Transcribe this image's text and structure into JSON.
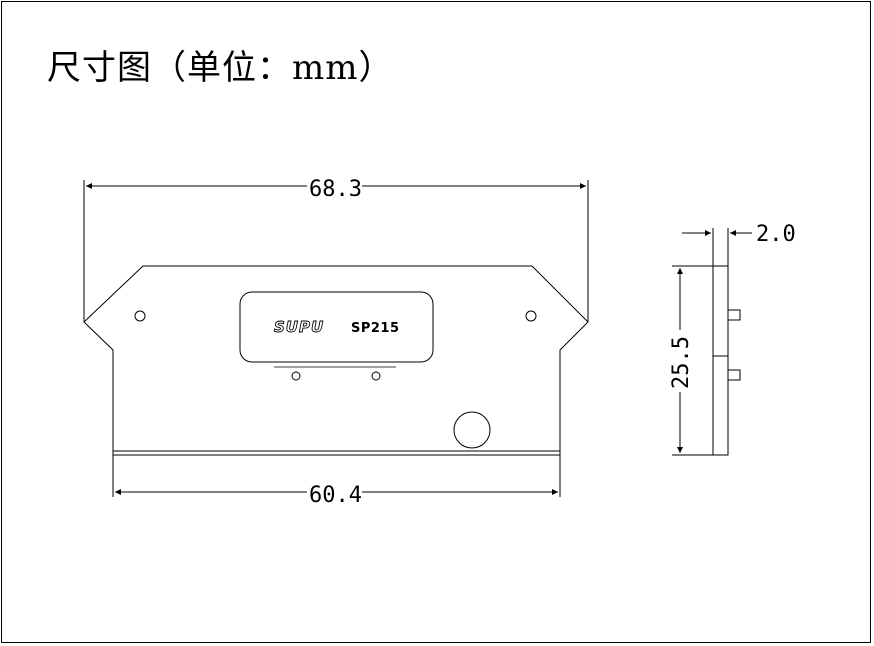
{
  "title": "尺寸图（单位：mm）",
  "product": {
    "logo_text": "SUPU",
    "model_text": "SP215"
  },
  "dimensions": {
    "overall_width": "68.3",
    "base_width": "60.4",
    "height": "25.5",
    "thickness": "2.0"
  }
}
